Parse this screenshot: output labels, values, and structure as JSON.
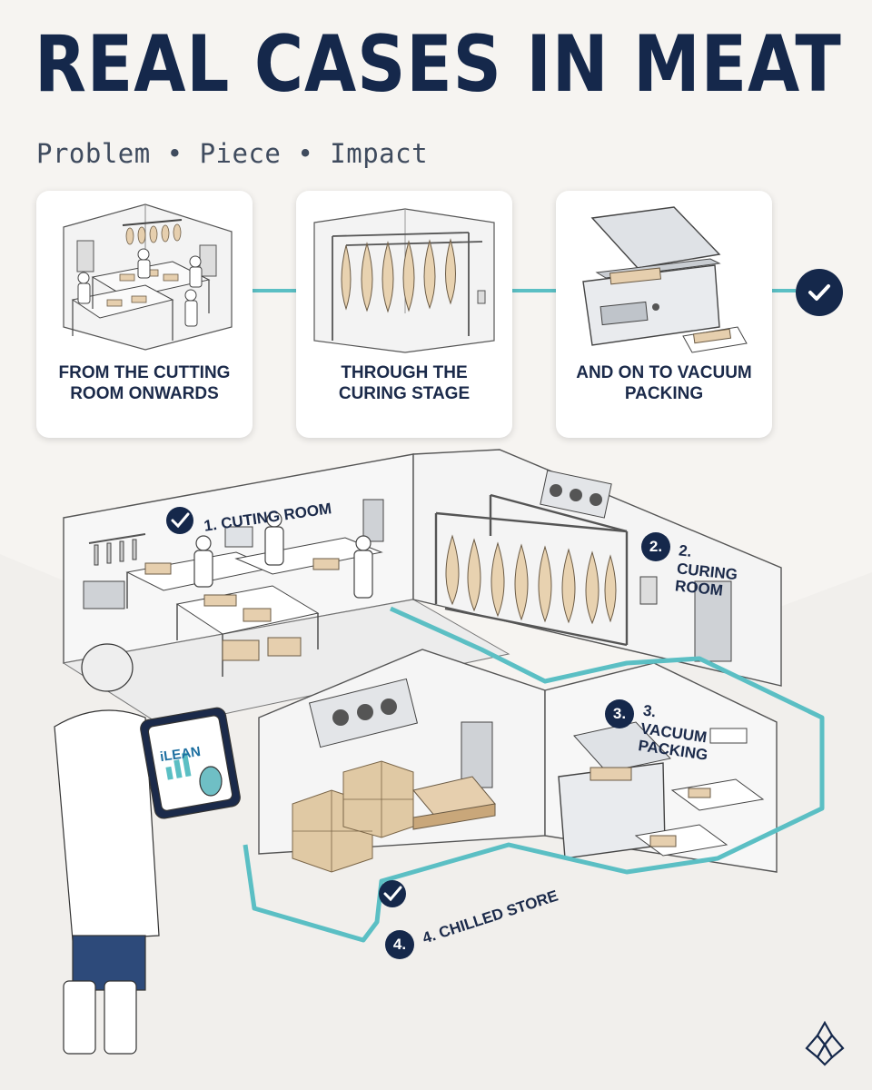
{
  "header": {
    "title": "REAL CASES IN MEAT",
    "subtitle": "Problem • Piece • Impact"
  },
  "stages": [
    {
      "label": "FROM THE CUTTING ROOM ONWARDS"
    },
    {
      "label": "THROUGH THE CURING STAGE"
    },
    {
      "label": "AND ON TO VACUUM PACKING"
    }
  ],
  "zones": {
    "cutting": {
      "number": "1.",
      "label": "1. CUTING ROOM"
    },
    "curing": {
      "number": "2.",
      "label": "2. CURING ROOM"
    },
    "vacuum": {
      "number": "3.",
      "label": "3. VACUUM PACKING"
    },
    "chilled": {
      "number": "4.",
      "label": "4. CHILLED STORE"
    }
  },
  "tablet": {
    "brand": "iLEAN"
  },
  "icons": {
    "check": "check-circle-icon",
    "logo": "geometric-flower-logo"
  },
  "colors": {
    "navy": "#15284b",
    "flow": "#5bbfc4",
    "background": "#f6f4f1"
  }
}
